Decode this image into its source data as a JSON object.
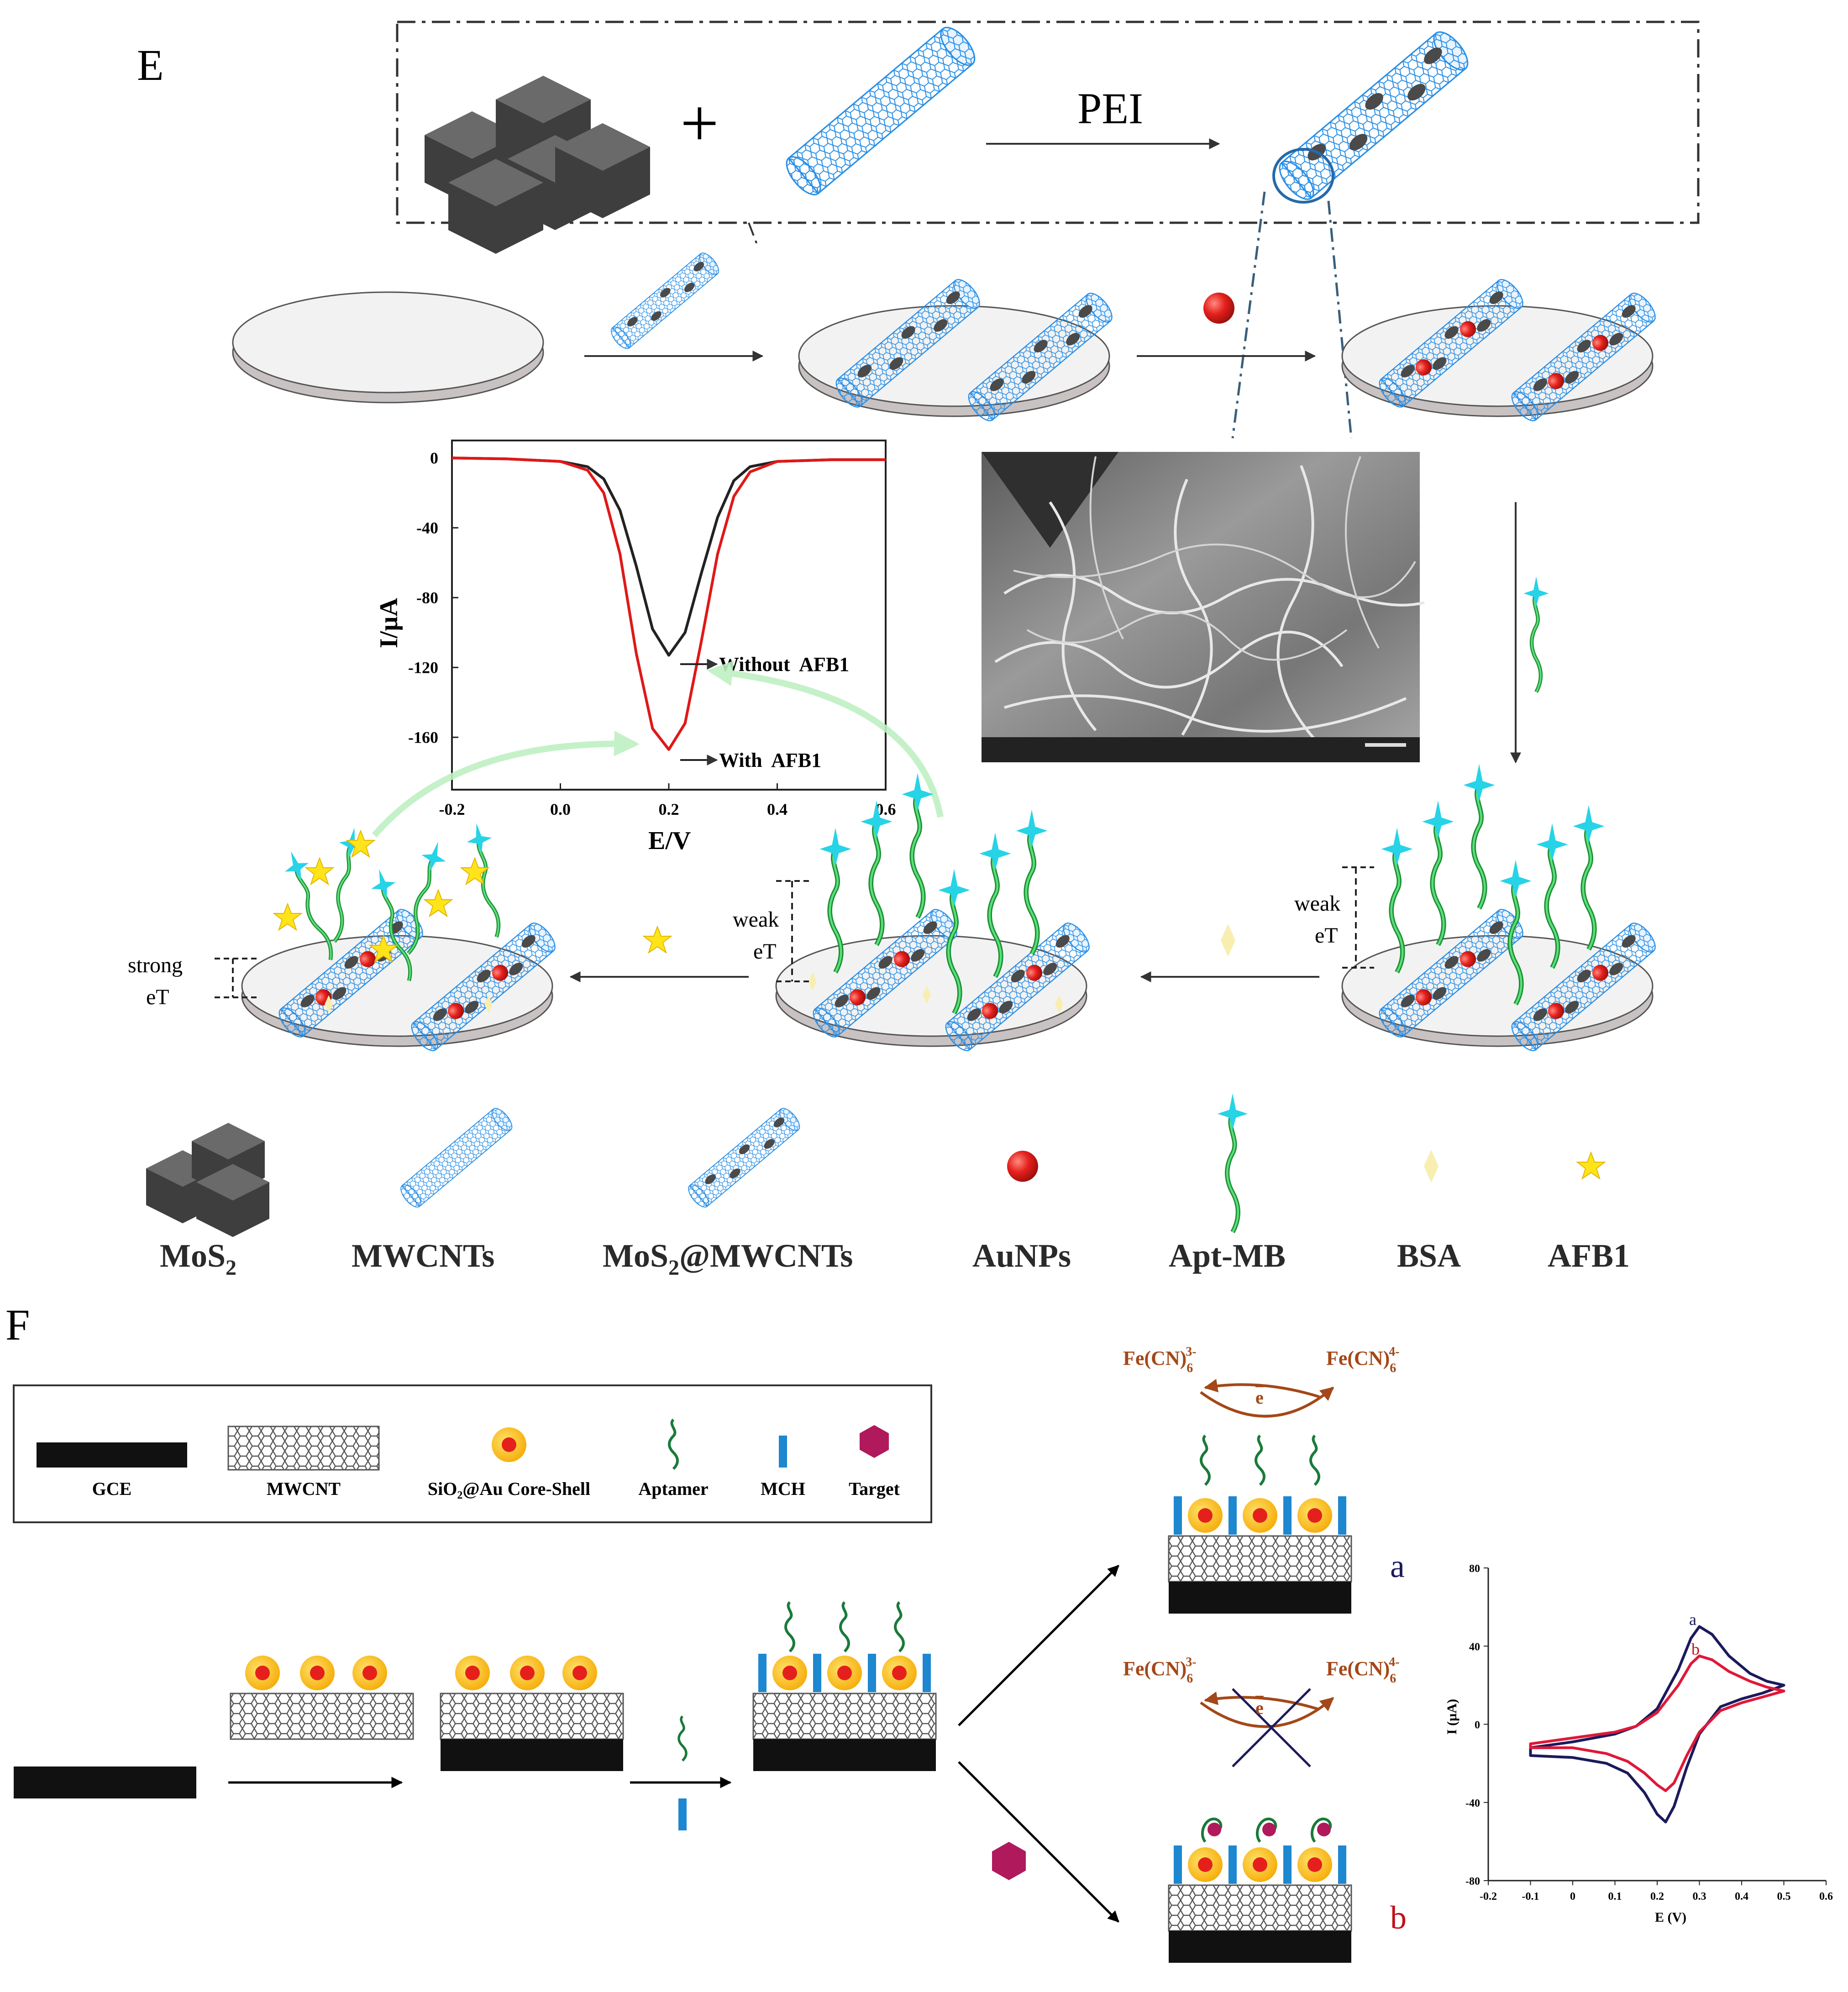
{
  "panel_e": {
    "label": "E",
    "reagent": "PEI",
    "plus": "+",
    "legend": [
      {
        "main": "MoS",
        "sub": "2",
        "rest": ""
      },
      {
        "main": "MWCNTs",
        "sub": "",
        "rest": ""
      },
      {
        "main": "MoS",
        "sub": "2",
        "rest": "@MWCNTs"
      },
      {
        "main": "AuNPs",
        "sub": "",
        "rest": ""
      },
      {
        "main": "Apt-MB",
        "sub": "",
        "rest": ""
      },
      {
        "main": "BSA",
        "sub": "",
        "rest": ""
      },
      {
        "main": "AFB1",
        "sub": "",
        "rest": ""
      }
    ],
    "weak1": [
      "weak",
      "eT"
    ],
    "weak2": [
      "weak",
      "eT"
    ],
    "strong": [
      "strong",
      "eT"
    ]
  },
  "chart_e": {
    "type": "line",
    "xlabel": "E/V",
    "ylabel": "I/µA",
    "x_ticks": [
      "-0.2",
      "0.0",
      "0.2",
      "0.4",
      "0.6"
    ],
    "y_ticks": [
      "0",
      "-40",
      "-80",
      "-120",
      "-160"
    ],
    "xlim": [
      -0.2,
      0.6
    ],
    "ylim": [
      -190,
      10
    ],
    "annotations": [
      "Without  AFB1",
      "With  AFB1"
    ],
    "series": [
      {
        "name": "Without AFB1",
        "color": "#222222",
        "x": [
          -0.2,
          -0.1,
          0.0,
          0.05,
          0.08,
          0.11,
          0.14,
          0.17,
          0.2,
          0.23,
          0.26,
          0.29,
          0.32,
          0.35,
          0.4,
          0.5,
          0.6
        ],
        "y": [
          0,
          -0.5,
          -2,
          -5,
          -12,
          -30,
          -62,
          -98,
          -113,
          -100,
          -66,
          -34,
          -13,
          -5,
          -2,
          -1,
          -1
        ]
      },
      {
        "name": "With AFB1",
        "color": "#e01818",
        "x": [
          -0.2,
          -0.1,
          0.0,
          0.05,
          0.08,
          0.11,
          0.14,
          0.17,
          0.2,
          0.23,
          0.26,
          0.29,
          0.32,
          0.35,
          0.4,
          0.5,
          0.6
        ],
        "y": [
          0,
          -0.5,
          -2,
          -7,
          -20,
          -55,
          -112,
          -155,
          -167,
          -152,
          -105,
          -55,
          -22,
          -8,
          -2,
          -1,
          -1
        ]
      }
    ]
  },
  "panel_f": {
    "label": "F",
    "legend": [
      "GCE",
      "MWCNT",
      "SiO₂@Au Core-Shell",
      "Aptamer",
      "MCH",
      "Target"
    ],
    "fe_left": "Fe(CN)",
    "fe_left_sup": "3-",
    "fe_right": "Fe(CN)",
    "fe_right_sup": "4-",
    "fe_sub": "6",
    "electron": "e",
    "state_a": "a",
    "state_b": "b"
  },
  "chart_f": {
    "type": "line",
    "xlabel": "E (V)",
    "ylabel": "I (µA)",
    "x_ticks": [
      "-0.2",
      "-0.1",
      "0",
      "0.1",
      "0.2",
      "0.3",
      "0.4",
      "0.5",
      "0.6"
    ],
    "y_ticks": [
      "80",
      "40",
      "0",
      "-40",
      "-80"
    ],
    "xlim": [
      -0.2,
      0.6
    ],
    "ylim": [
      -80,
      80
    ],
    "series": [
      {
        "name": "a",
        "color": "#1c1a5c",
        "x": [
          -0.1,
          0.0,
          0.1,
          0.15,
          0.2,
          0.25,
          0.28,
          0.3,
          0.33,
          0.37,
          0.42,
          0.46,
          0.5,
          0.45,
          0.4,
          0.35,
          0.3,
          0.27,
          0.24,
          0.22,
          0.2,
          0.17,
          0.13,
          0.08,
          0.0,
          -0.1
        ],
        "y": [
          -12,
          -9,
          -5,
          -1,
          8,
          28,
          44,
          50,
          46,
          35,
          26,
          22,
          20,
          16,
          13,
          9,
          -5,
          -22,
          -42,
          -50,
          -46,
          -35,
          -25,
          -20,
          -17,
          -16
        ]
      },
      {
        "name": "b",
        "color": "#e01838",
        "x": [
          -0.1,
          0.0,
          0.1,
          0.15,
          0.2,
          0.25,
          0.28,
          0.3,
          0.33,
          0.37,
          0.42,
          0.46,
          0.5,
          0.45,
          0.4,
          0.35,
          0.3,
          0.27,
          0.24,
          0.22,
          0.2,
          0.17,
          0.13,
          0.08,
          0.0,
          -0.1
        ],
        "y": [
          -10,
          -7,
          -4,
          -1,
          6,
          20,
          31,
          35,
          33,
          27,
          22,
          19,
          17,
          14,
          11,
          7,
          -4,
          -16,
          -30,
          -34,
          -31,
          -25,
          -19,
          -15,
          -12,
          -12
        ]
      }
    ]
  },
  "colors": {
    "cnt": "#2a8fe6",
    "mos2": "#4a4a4a",
    "au": "#e5201c",
    "aptamer": "#2fb84a",
    "mb": "#27d3e6",
    "bsa": "#f7eeb0",
    "afb1": "#ffe41a",
    "gce": "#111111",
    "mch": "#1d87d0",
    "core": "#ffb800",
    "target": "#b0195c",
    "fe": "#a34818"
  }
}
